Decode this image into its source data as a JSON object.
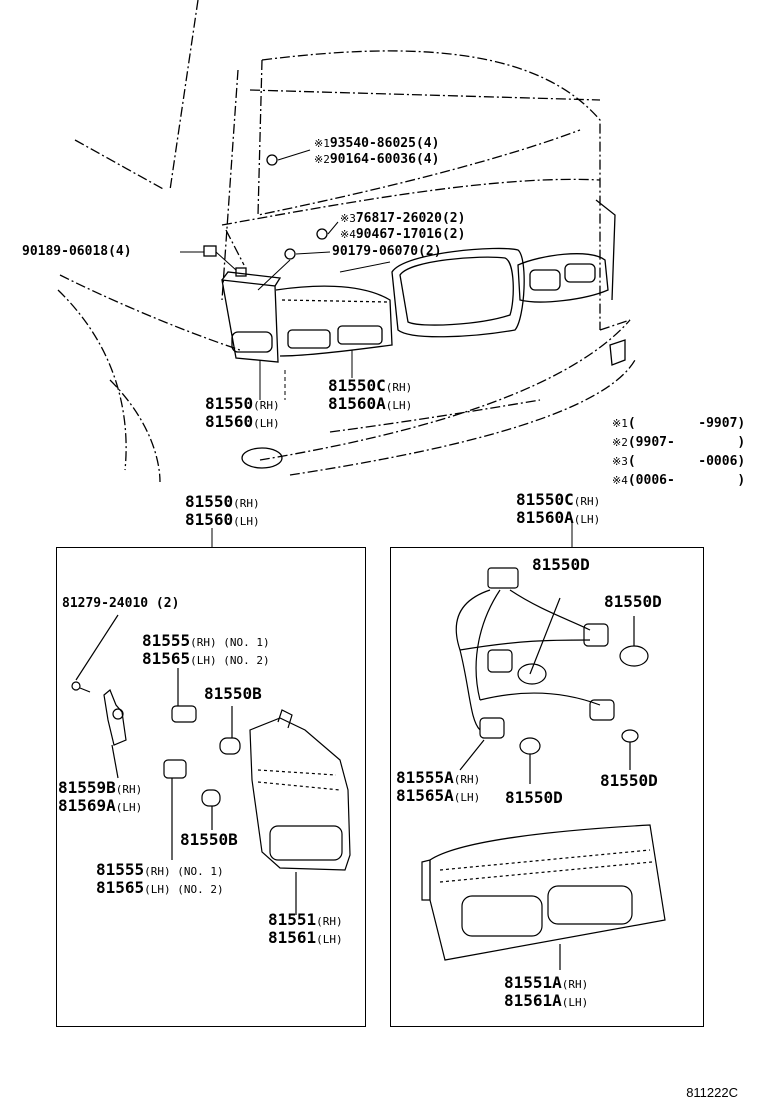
{
  "top": {
    "screw1": {
      "mark": "※1",
      "part": "93540-86025",
      "qty": "(4)"
    },
    "screw2": {
      "mark": "※2",
      "part": "90164-60036",
      "qty": "(4)"
    },
    "clip3": {
      "mark": "※3",
      "part": "76817-26020",
      "qty": "(2)"
    },
    "clip4": {
      "mark": "※4",
      "part": "90467-17016",
      "qty": "(2)"
    },
    "nut_left": {
      "part": "90189-06018",
      "qty": "(4)"
    },
    "nut_center": {
      "part": "90179-06070",
      "qty": "(2)"
    },
    "outer_lamp": {
      "rh": "81550",
      "lh": "81560",
      "rh_sfx": "(RH)",
      "lh_sfx": "(LH)"
    },
    "inner_lamp": {
      "rh": "81550C",
      "lh": "81560A",
      "rh_sfx": "(RH)",
      "lh_sfx": "(LH)"
    }
  },
  "legend": [
    {
      "mark": "※1",
      "range": "(        -9907)"
    },
    {
      "mark": "※2",
      "range": "(9907-        )"
    },
    {
      "mark": "※3",
      "range": "(        -0006)"
    },
    {
      "mark": "※4",
      "range": "(0006-        )"
    }
  ],
  "left_panel": {
    "title_rh": "81550",
    "title_lh": "81560",
    "rh_sfx": "(RH)",
    "lh_sfx": "(LH)",
    "screw": "81279-24010 (2)",
    "socket1_rh": "81555",
    "socket1_lh": "81565",
    "socket1_rh_sfx": "(RH) (NO. 1)",
    "socket1_lh_sfx": "(LH) (NO. 2)",
    "bulb_b1": "81550B",
    "holder_rh": "81559B",
    "holder_lh": "81569A",
    "holder_rh_sfx": "(RH)",
    "holder_lh_sfx": "(LH)",
    "bulb_b2": "81550B",
    "socket2_rh": "81555",
    "socket2_lh": "81565",
    "socket2_rh_sfx": "(RH) (NO. 1)",
    "socket2_lh_sfx": "(LH) (NO. 2)",
    "lens_rh": "81551",
    "lens_lh": "81561",
    "lens_rh_sfx": "(RH)",
    "lens_lh_sfx": "(LH)"
  },
  "right_panel": {
    "title_rh": "81550C",
    "title_lh": "81560A",
    "rh_sfx": "(RH)",
    "lh_sfx": "(LH)",
    "bulb_d1": "81550D",
    "bulb_d2": "81550D",
    "bulb_d3": "81550D",
    "bulb_d4": "81550D",
    "socket_rh": "81555A",
    "socket_lh": "81565A",
    "socket_rh_sfx": "(RH)",
    "socket_lh_sfx": "(LH)",
    "lens_rh": "81551A",
    "lens_lh": "81561A",
    "lens_rh_sfx": "(RH)",
    "lens_lh_sfx": "(LH)"
  },
  "figure_code": "811222C"
}
